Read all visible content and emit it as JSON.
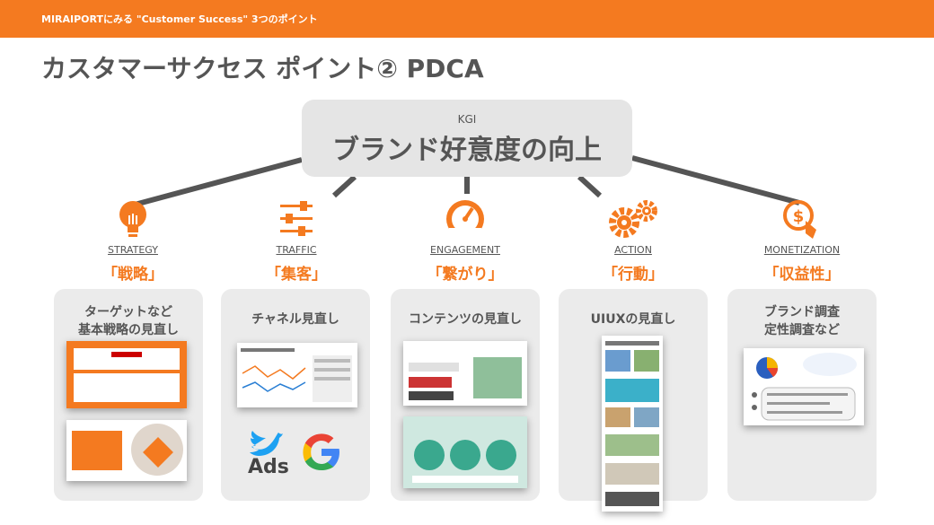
{
  "header": {
    "text": "MIRAIPORTにみる \"Customer Success\" 3つのポイント"
  },
  "title": "カスタマーサクセス ポイント② PDCA",
  "kgi": {
    "label": "KGI",
    "title": "ブランド好意度の向上"
  },
  "columns": [
    {
      "en": "STRATEGY",
      "jp": "「戦略」",
      "card": [
        "ターゲットなど",
        "基本戦略の見直し"
      ]
    },
    {
      "en": "TRAFFIC",
      "jp": "「集客」",
      "card": [
        "チャネル見直し"
      ],
      "ads": "Ads"
    },
    {
      "en": "ENGAGEMENT",
      "jp": "「繋がり」",
      "card": [
        "コンテンツの見直し"
      ]
    },
    {
      "en": "ACTION",
      "jp": "「行動」",
      "card": [
        "UIUXの見直し"
      ]
    },
    {
      "en": "MONETIZATION",
      "jp": "「収益性」",
      "card": [
        "ブランド調査",
        "定性調査など"
      ]
    }
  ],
  "colors": {
    "accent": "#f47a20",
    "text": "#555555",
    "box": "#e5e5e5"
  }
}
